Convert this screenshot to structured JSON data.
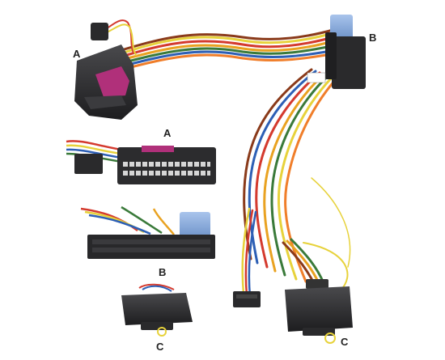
{
  "labels": {
    "a_top": "A",
    "b_top": "B",
    "a_detail": "A",
    "b_detail": "B",
    "c_detail": "C",
    "c_main": "C"
  },
  "colors": {
    "background": "#ffffff",
    "connector_body": "#2a2a2c",
    "pin_insert": "#b0307a",
    "blue_plug": "#7fa6d8",
    "label": "#222222"
  },
  "icons": {
    "connector_a": "black-quadlock-connector-with-magenta-insert",
    "connector_b": "black-and-blue-iso-connector",
    "module_c": "black-interface-box"
  }
}
